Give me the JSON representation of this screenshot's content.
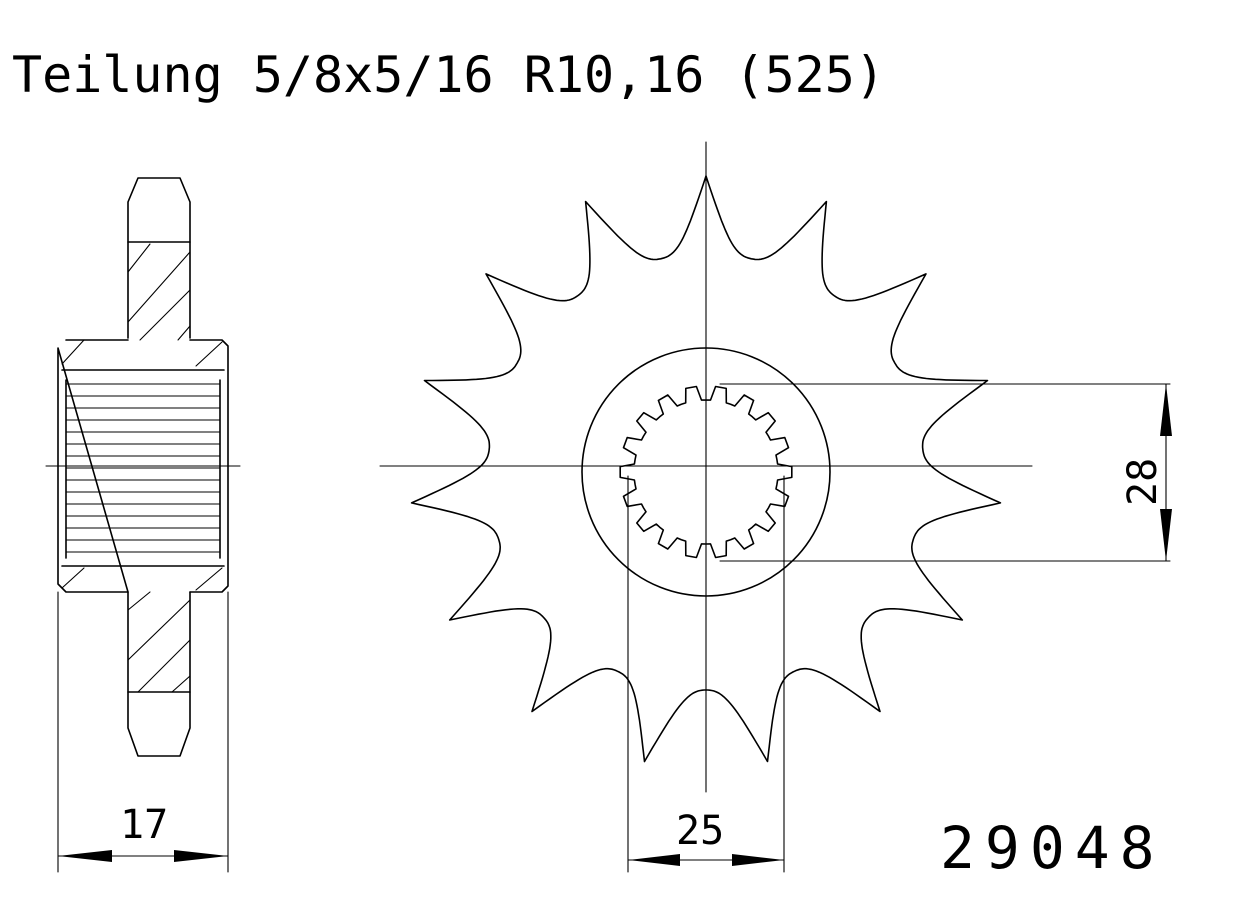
{
  "title": "Teilung 5/8x5/16 R10,16 (525)",
  "part_number": "29048",
  "dimensions": {
    "width": "17",
    "spline_diameter": "25",
    "hub_diameter": "28"
  },
  "sprocket": {
    "teeth": 15,
    "splines": 18
  },
  "colors": {
    "line": "#000000",
    "background": "#ffffff"
  }
}
